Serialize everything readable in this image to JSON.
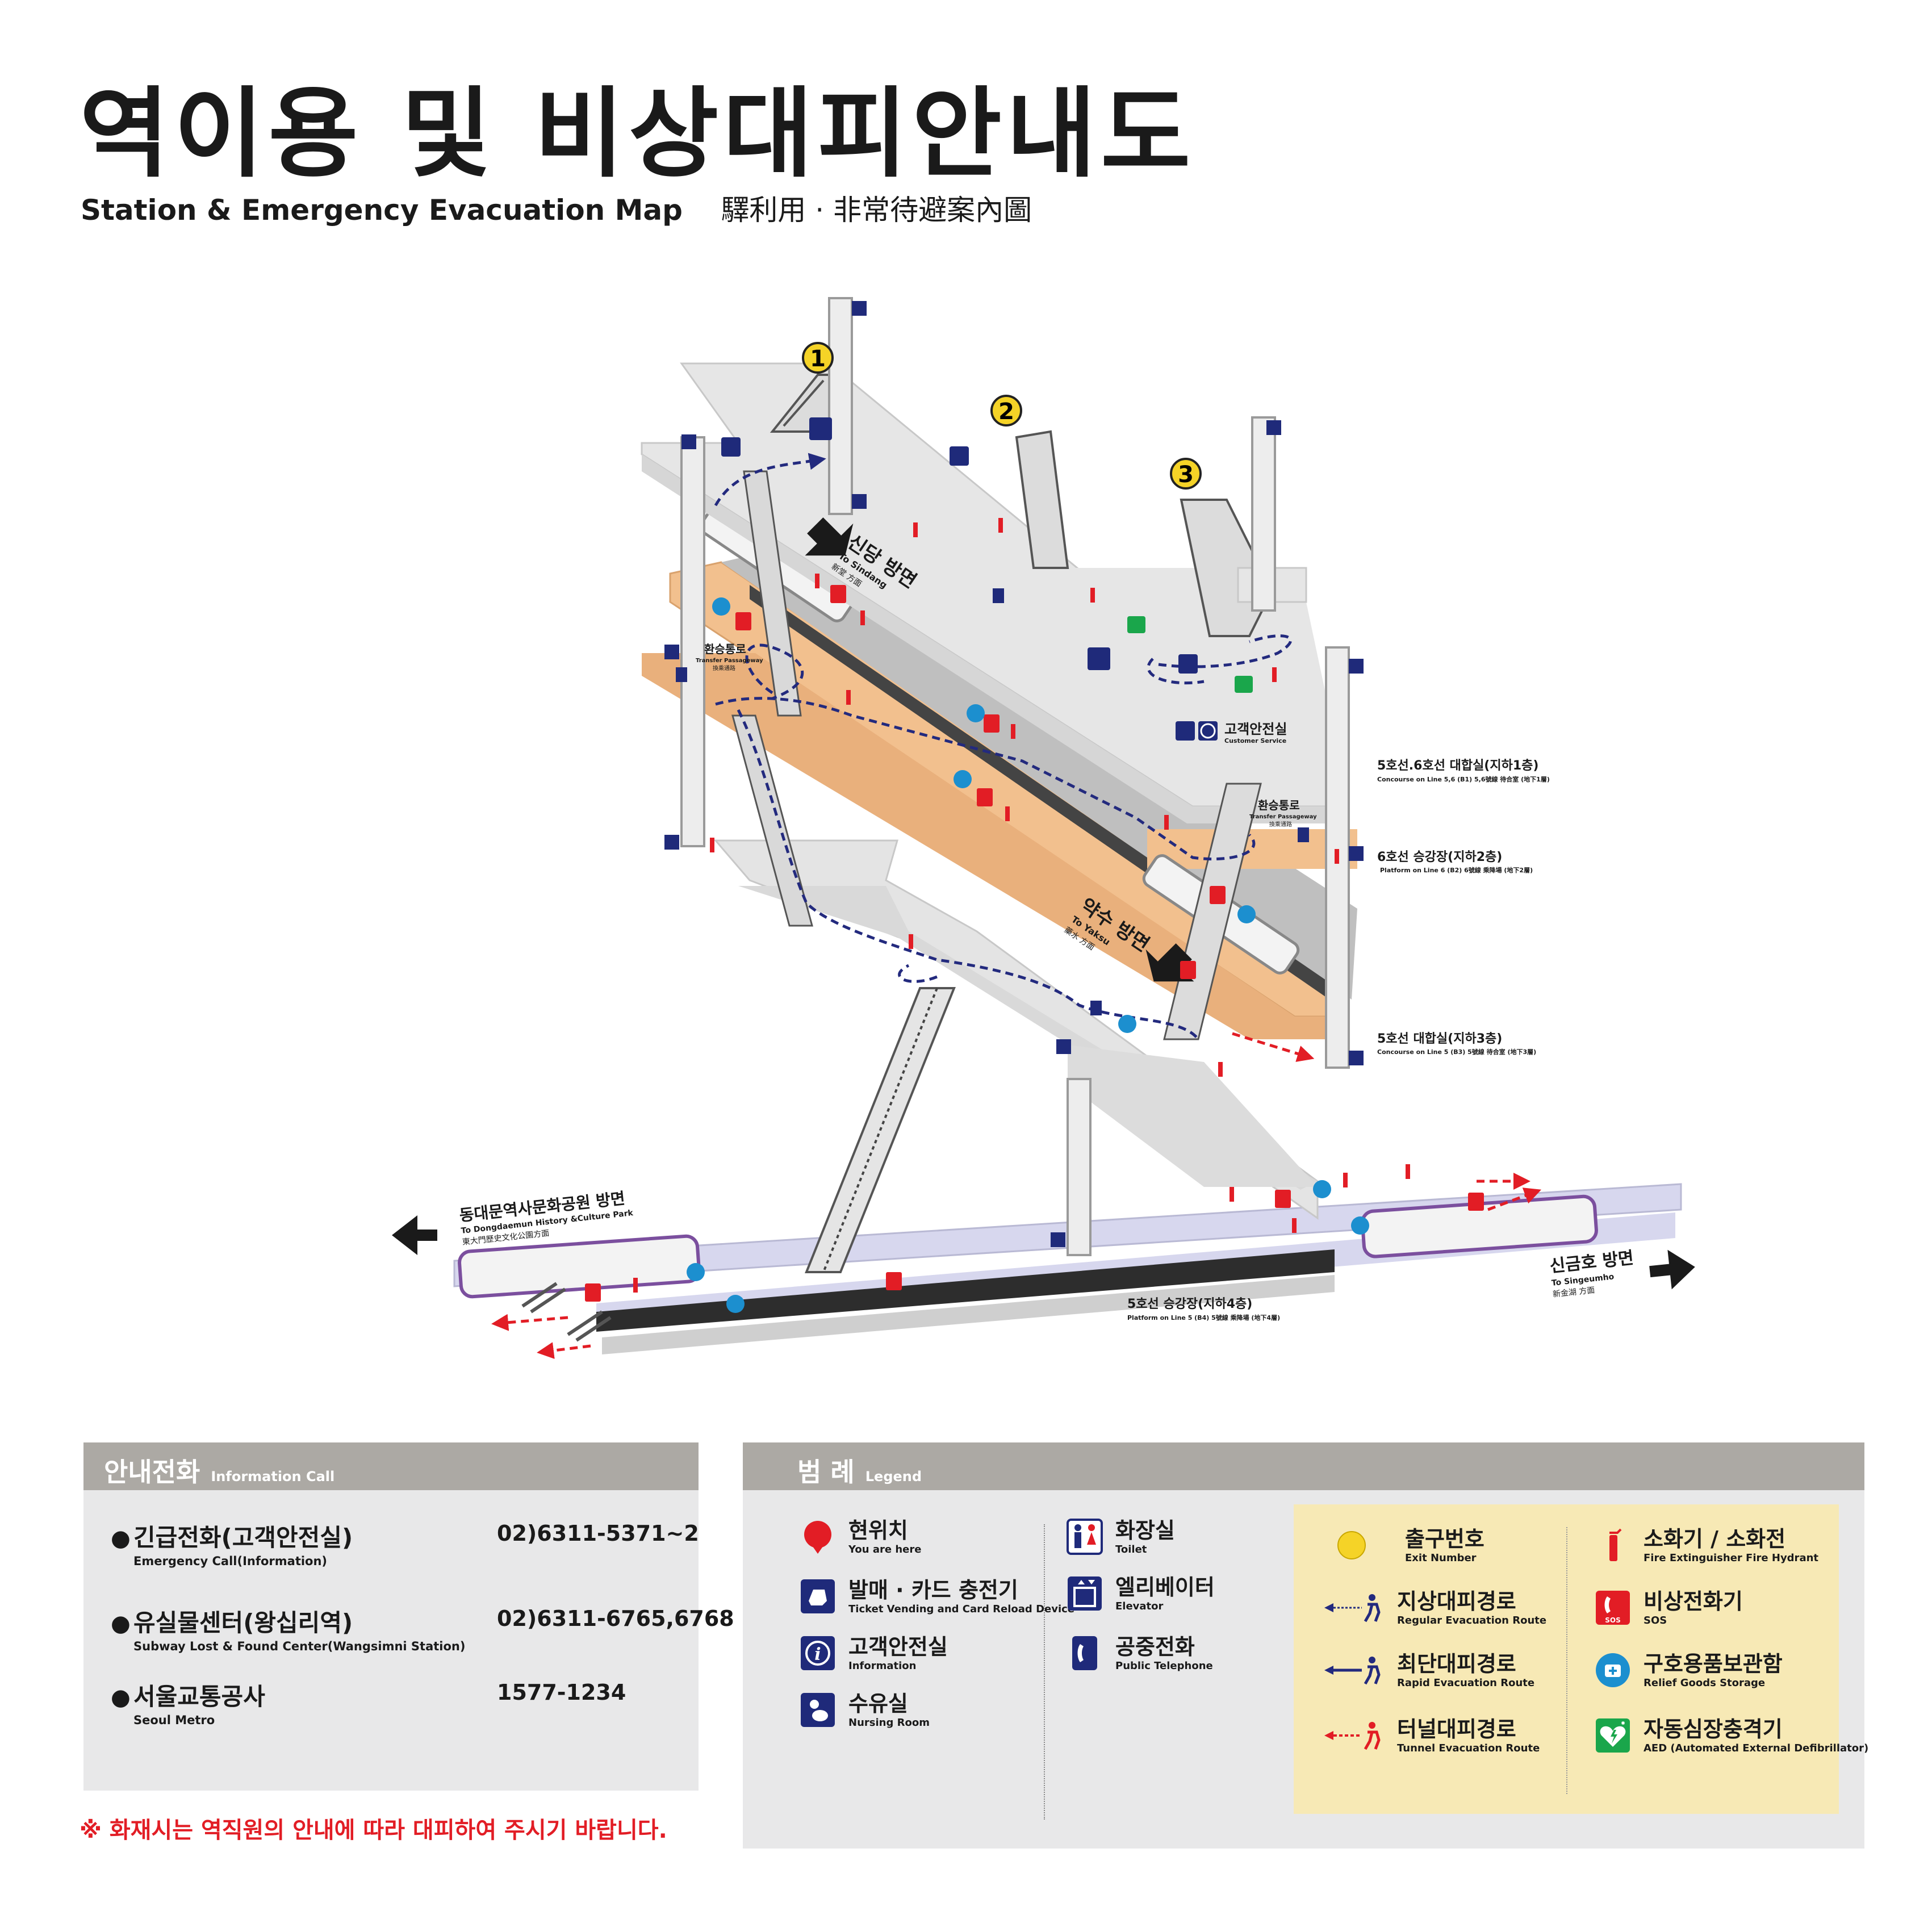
{
  "title": {
    "ko": "역이용 및 비상대피안내도",
    "en": "Station & Emergency Evacuation Map",
    "hanja": "驛利用 · 非常待避案內圖"
  },
  "map": {
    "exits": [
      "1",
      "2",
      "3"
    ],
    "directions": {
      "sindang": {
        "ko": "신당 방면",
        "en": "To Sindang",
        "hanja": "新堂 方面"
      },
      "yaksu": {
        "ko": "약수 방면",
        "en": "To Yaksu",
        "hanja": "藥水 方面"
      },
      "ddp": {
        "ko": "동대문역사문화공원 방면",
        "en": "To Dongdaemun History &Culture Park",
        "hanja": "東大門歷史文化公園方面"
      },
      "singeumho": {
        "ko": "신금호 방면",
        "en": "To Singeumho",
        "hanja": "新金湖 方面"
      }
    },
    "transfer_left": {
      "ko": "환승통로",
      "en": "Transfer Passageway",
      "hanja": "換乘通路"
    },
    "transfer_right": {
      "ko": "환승통로",
      "en": "Transfer Passageway",
      "hanja": "換乘通路"
    },
    "customer_service": {
      "ko": "고객안전실",
      "en": "Customer Service"
    },
    "levels": [
      {
        "ko": "5호선.6호선 대합실(지하1층)",
        "en": "Concourse on Line 5,6 (B1) 5,6號線 待合室 (地下1層)"
      },
      {
        "ko": "6호선 승강장(지하2층)",
        "en": "Platform on Line 6 (B2) 6號線 乘降場 (地下2層)"
      },
      {
        "ko": "5호선 대합실(지하3층)",
        "en": "Concourse on Line 5 (B3) 5號線 待合室 (地下3層)"
      },
      {
        "ko": "5호선 승강장(지하4층)",
        "en": "Platform on Line 5 (B4) 5號線 乘降場 (地下4層)"
      }
    ]
  },
  "info": {
    "header": {
      "ko": "안내전화",
      "en": "Information Call"
    },
    "rows": [
      {
        "ko": "긴급전화(고객안전실)",
        "en": "Emergency Call(Information)",
        "number": "02)6311-5371~2"
      },
      {
        "ko": "유실물센터(왕십리역)",
        "en": "Subway Lost & Found Center(Wangsimni Station)",
        "number": "02)6311-6765,6768"
      },
      {
        "ko": "서울교통공사",
        "en": "Seoul Metro",
        "number": "1577-1234"
      }
    ],
    "notice": "※ 화재시는 역직원의 안내에 따라 대피하여 주시기 바랍니다."
  },
  "legend": {
    "header": {
      "ko": "범 례",
      "en": "Legend"
    },
    "col1": [
      {
        "icon": "current-location-pin-icon",
        "ko": "현위치",
        "en": "You are here"
      },
      {
        "icon": "ticket-machine-icon",
        "ko": "발매 · 카드 충전기",
        "en": "Ticket Vending and Card Reload Device"
      },
      {
        "icon": "information-icon",
        "ko": "고객안전실",
        "en": "Information"
      },
      {
        "icon": "nursing-room-icon",
        "ko": "수유실",
        "en": "Nursing Room"
      }
    ],
    "col2": [
      {
        "icon": "toilet-icon",
        "ko": "화장실",
        "en": "Toilet"
      },
      {
        "icon": "elevator-icon",
        "ko": "엘리베이터",
        "en": "Elevator"
      },
      {
        "icon": "public-telephone-icon",
        "ko": "공중전화",
        "en": "Public Telephone"
      }
    ],
    "col3": [
      {
        "icon": "exit-number-icon",
        "ko": "출구번호",
        "en": "Exit Number"
      },
      {
        "icon": "regular-evacuation-icon",
        "ko": "지상대피경로",
        "en": "Regular Evacuation Route"
      },
      {
        "icon": "rapid-evacuation-icon",
        "ko": "최단대피경로",
        "en": "Rapid Evacuation Route"
      },
      {
        "icon": "tunnel-evacuation-icon",
        "ko": "터널대피경로",
        "en": "Tunnel Evacuation Route"
      }
    ],
    "col4": [
      {
        "icon": "fire-extinguisher-icon",
        "ko": "소화기 / 소화전",
        "en": "Fire Extinguisher     Fire Hydrant"
      },
      {
        "icon": "sos-phone-icon",
        "ko": "비상전화기",
        "en": "SOS"
      },
      {
        "icon": "relief-goods-icon",
        "ko": "구호용품보관함",
        "en": "Relief Goods Storage"
      },
      {
        "icon": "aed-icon",
        "ko": "자동심장충격기",
        "en": "AED (Automated External Defibrillator)"
      }
    ]
  },
  "colors": {
    "platform_line6": "#f2c08e",
    "platform_line5": "#d4d4ec",
    "concourse": "#e6e6e6",
    "evac_blue": "#232a7e",
    "evac_red": "#e21d25",
    "exit_yellow": "#f5d327",
    "legend_box": "#f7e9b5",
    "panel_header": "#aca9a4"
  }
}
